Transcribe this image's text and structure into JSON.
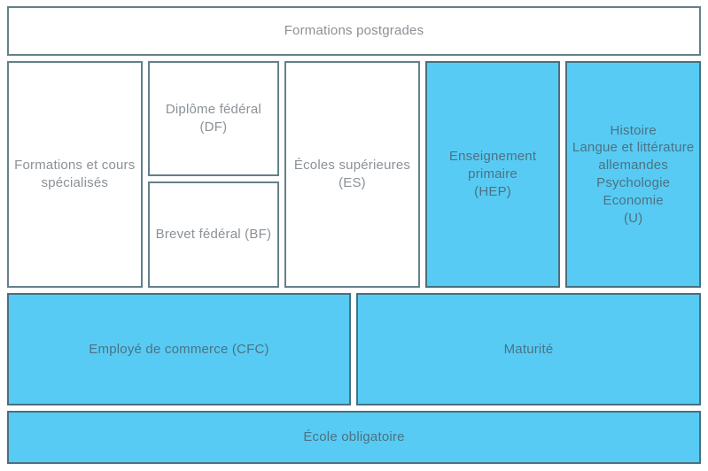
{
  "diagram": {
    "postgrades": {
      "label": "Formations postgrades"
    },
    "tertiary": {
      "formations_cours": {
        "label": "Formations et cours\nspécialisés"
      },
      "diplome_federal": {
        "label": "Diplôme fédéral\n(DF)"
      },
      "brevet_federal": {
        "label": "Brevet fédéral (BF)"
      },
      "ecoles_superieures": {
        "label": "Écoles supérieures\n(ES)"
      },
      "enseignement_primaire": {
        "label": "Enseignement\nprimaire\n(HEP)"
      },
      "universite": {
        "label": "Histoire\nLangue et littérature\nallemandes\nPsychologie\nEconomie\n(U)"
      }
    },
    "secondary": {
      "employe_commerce": {
        "label": "Employé de commerce (CFC)"
      },
      "maturite": {
        "label": "Maturité"
      }
    },
    "obligatoire": {
      "label": "École obligatoire"
    }
  },
  "colors": {
    "highlight_fill": "#58cbf4",
    "highlight_border": "#47707f",
    "plain_fill": "#ffffff",
    "plain_border": "#64808a",
    "text_on_plain": "#8b9196",
    "text_on_highlight": "#4a7383"
  }
}
